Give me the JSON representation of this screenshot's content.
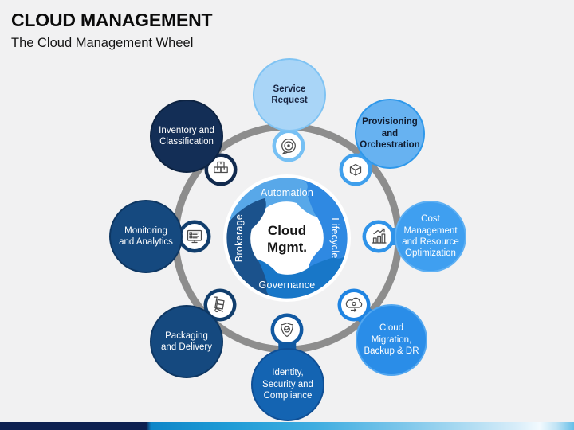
{
  "header": {
    "title": "CLOUD MANAGEMENT",
    "subtitle": "The Cloud Management Wheel"
  },
  "wheel": {
    "ring_color": "#8d8d8d",
    "center": {
      "line1": "Cloud",
      "line2": "Mgmt.",
      "bg": "#ffffff",
      "text_color": "#161616"
    },
    "segments": [
      {
        "label": "Automation",
        "color": "#58a8e9",
        "text_color": "#ffffff"
      },
      {
        "label": "Lifecycle",
        "color": "#2f89e2",
        "text_color": "#ffffff"
      },
      {
        "label": "Governance",
        "color": "#1877c8",
        "text_color": "#ffffff"
      },
      {
        "label": "Brokerage",
        "color": "#1b528c",
        "text_color": "#ffffff"
      }
    ]
  },
  "bubbles": [
    {
      "label": "Service Request",
      "lines": [
        "Service",
        "Request"
      ],
      "icon": "service-request-chat-target-icon",
      "fill": "#a9d5f7",
      "border": "#7fc3f3",
      "tail": "#76c0f4",
      "text_color": "#17233f"
    },
    {
      "label": "Provisioning and Orchestration",
      "lines": [
        "Provisioning",
        "and",
        "Orchestration"
      ],
      "icon": "provisioning-cube-icon",
      "fill": "#67b2f1",
      "border": "#2f98ea",
      "tail": "#3f9fec",
      "text_color": "#101c30"
    },
    {
      "label": "Cost Management and Resource Optimization",
      "lines": [
        "Cost",
        "Management",
        "and Resource",
        "Optimization"
      ],
      "icon": "cost-chart-growth-icon",
      "fill": "#3f9ff0",
      "border": "#5fb0f3",
      "tail": "#2f93e9",
      "text_color": "#ffffff"
    },
    {
      "label": "Cloud Migration, Backup & DR",
      "lines": [
        "Cloud",
        "Migration,",
        "Backup & DR"
      ],
      "icon": "cloud-migration-gear-icon",
      "fill": "#2a8de8",
      "border": "#52a7f0",
      "tail": "#1f84e2",
      "text_color": "#ffffff"
    },
    {
      "label": "Identity, Security and Compliance",
      "lines": [
        "Identity,",
        "Security and",
        "Compliance"
      ],
      "icon": "shield-check-icon",
      "fill": "#1464b2",
      "border": "#0f4f95",
      "tail": "#1159a2",
      "text_color": "#ffffff"
    },
    {
      "label": "Packaging and Delivery",
      "lines": [
        "Packaging",
        "and Delivery"
      ],
      "icon": "hand-truck-icon",
      "fill": "#15497f",
      "border": "#0e3763",
      "tail": "#113e6d",
      "text_color": "#ffffff"
    },
    {
      "label": "Monitoring and Analytics",
      "lines": [
        "Monitoring",
        "and Analytics"
      ],
      "icon": "monitor-dashboard-icon",
      "fill": "#15497f",
      "border": "#0e3763",
      "tail": "#113e6d",
      "text_color": "#ffffff"
    },
    {
      "label": "Inventory and Classification",
      "lines": [
        "Inventory and",
        "Classification"
      ],
      "icon": "stacked-boxes-icon",
      "fill": "#132e56",
      "border": "#0d2342",
      "tail": "#112a4e",
      "text_color": "#ffffff"
    }
  ],
  "footer": {
    "bar_colors": [
      "#0d2050",
      "#0e86c8",
      "#3fade0",
      "#a8d9f1",
      "#f2fafe",
      "#66bfe8"
    ]
  }
}
